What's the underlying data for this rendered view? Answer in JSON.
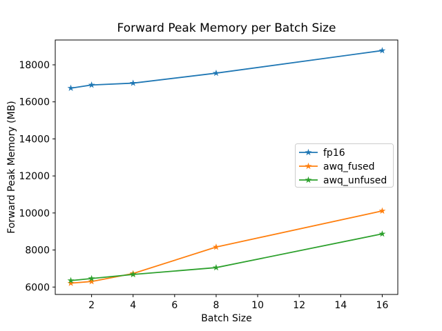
{
  "figure": {
    "background": "#ffffff",
    "spine_color": "#000000",
    "legend_border_color": "#cccccc"
  },
  "chart_data": {
    "type": "line",
    "title": "Forward Peak Memory per Batch Size",
    "xlabel": "Batch Size",
    "ylabel": "Forward Peak Memory (MB)",
    "x": [
      1,
      2,
      4,
      8,
      16
    ],
    "series": [
      {
        "name": "fp16",
        "color": "#1f77b4",
        "values": [
          16740,
          16910,
          17010,
          17550,
          18770
        ]
      },
      {
        "name": "awq_fused",
        "color": "#ff7f0e",
        "values": [
          6210,
          6300,
          6730,
          8160,
          10110
        ]
      },
      {
        "name": "awq_unfused",
        "color": "#2ca02c",
        "values": [
          6350,
          6460,
          6680,
          7050,
          8870
        ]
      }
    ],
    "marker": "star",
    "line_width": 1.8,
    "xlim": [
      0.25,
      16.75
    ],
    "ylim": [
      5600,
      19340
    ],
    "xticks": [
      2,
      4,
      6,
      8,
      10,
      12,
      14,
      16
    ],
    "yticks": [
      6000,
      8000,
      10000,
      12000,
      14000,
      16000,
      18000
    ],
    "grid": false,
    "legend_position": "center right"
  }
}
